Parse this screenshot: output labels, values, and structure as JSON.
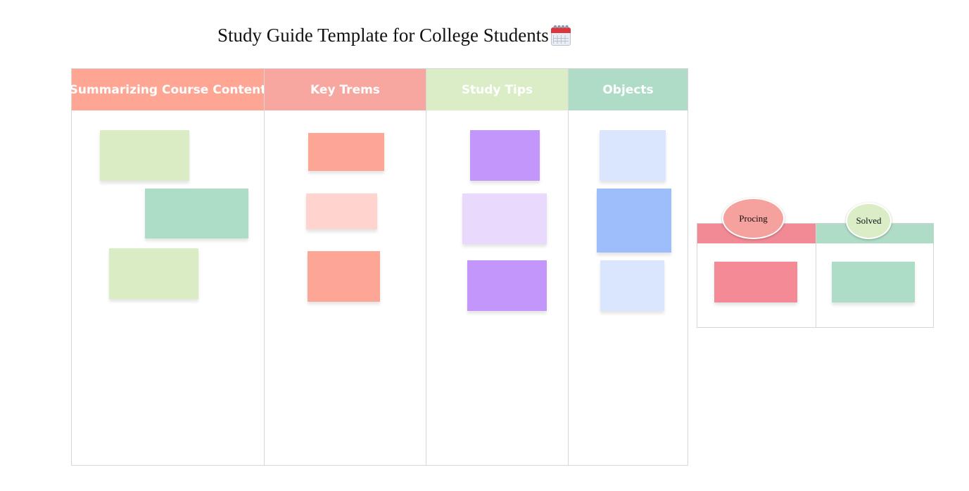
{
  "title": "Study Guide Template for College Students",
  "title_icon": "calendar-icon",
  "columns": [
    {
      "label": "Summarizing Course Content",
      "color": "#fea693"
    },
    {
      "label": "Key Trems",
      "color": "#f8a7a0"
    },
    {
      "label": "Study Tips",
      "color": "#daedc6"
    },
    {
      "label": "Objects",
      "color": "#aedcc6"
    }
  ],
  "status": [
    {
      "label": "Procing",
      "bar_color": "#f28a95",
      "bubble_color": "#f5a29e"
    },
    {
      "label": "Solved",
      "bar_color": "#aedcc6",
      "bubble_color": "#daedc6"
    }
  ],
  "colors": {
    "light_green": "#d9ecc4",
    "teal": "#addcc7",
    "salmon": "#fea695",
    "pink_light": "#ffd4cf",
    "purple": "#c296fb",
    "lavender": "#e8d9fd",
    "light_blue": "#dae6fe",
    "blue": "#9dbdfb",
    "rose": "#f38a95"
  }
}
